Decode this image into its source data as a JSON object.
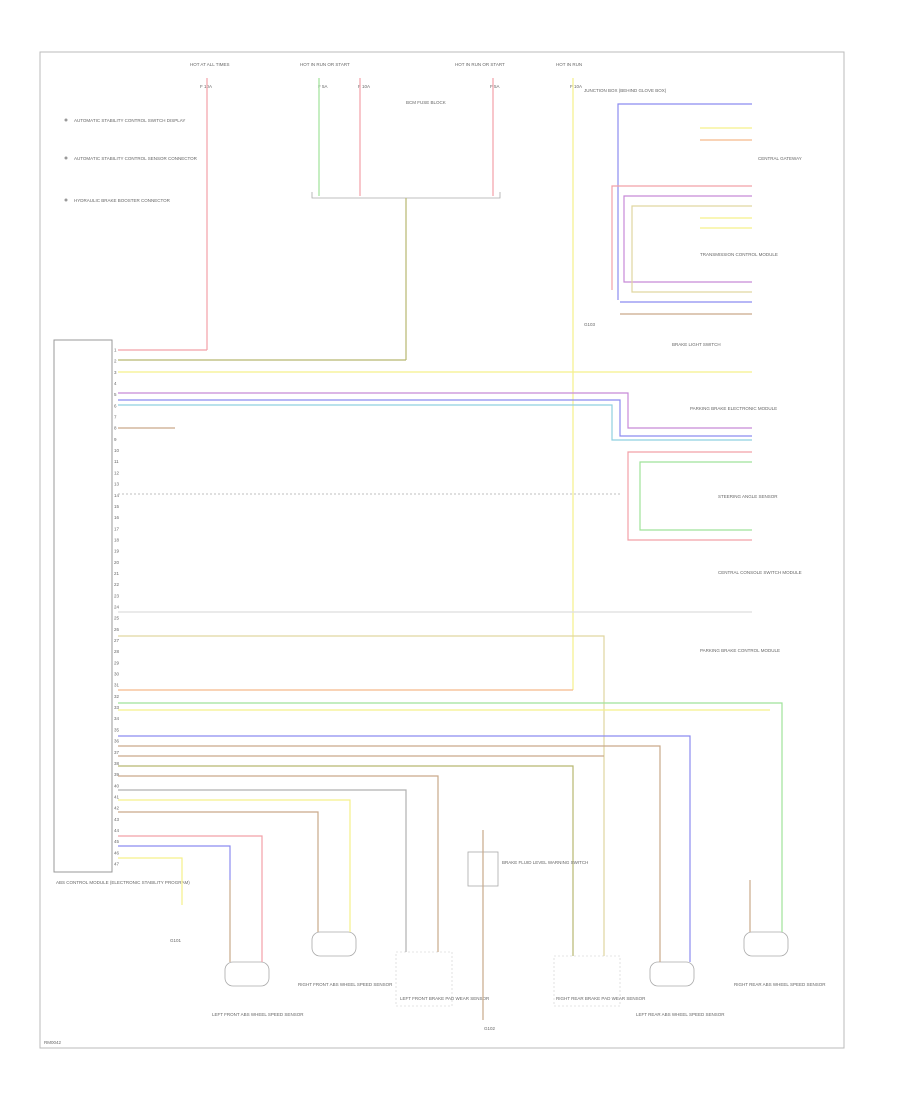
{
  "page": {
    "footer_label": "RM0042"
  },
  "legend": {
    "items": [
      "AUTOMATIC STABILITY CONTROL SWITCH DISPLAY",
      "AUTOMATIC STABILITY CONTROL SENSOR CONNECTOR",
      "HYDRAULIC BRAKE BOOSTER CONNECTOR"
    ]
  },
  "top_labels": {
    "hot_at_all_times_1": "HOT AT ALL TIMES",
    "hot_at_all_times_2": "HOT IN RUN OR START",
    "hot_at_all_times_3": "HOT IN RUN OR START",
    "hot_at_all_times_4": "HOT IN RUN",
    "fuse_1": "F 10A",
    "fuse_2": "F 5A",
    "fuse_3": "F 10A",
    "fuse_4": "F 5A",
    "fuse_5": "F 10A",
    "center_note": "BCM FUSE BLOCK",
    "right_note": "JUNCTION BOX (BEHIND GLOVE BOX)"
  },
  "right_components": [
    "CENTRAL GATEWAY",
    "TRANSMISSION CONTROL MODULE",
    "BRAKE LIGHT SWITCH",
    "PARKING BRAKE ELECTRONIC MODULE",
    "STEERING ANGLE SENSOR",
    "CENTRAL CONSOLE SWITCH MODULE",
    "PARKING BRAKE CONTROL MODULE"
  ],
  "abs_module": {
    "label": "ABS CONTROL MODULE (ELECTRONIC STABILITY PROGRAM)",
    "pins": [
      "1",
      "2",
      "3",
      "4",
      "5",
      "6",
      "7",
      "8",
      "9",
      "10",
      "11",
      "12",
      "13",
      "14",
      "15",
      "16",
      "17",
      "18",
      "19",
      "20",
      "21",
      "22",
      "23",
      "24",
      "25",
      "26",
      "27",
      "28",
      "29",
      "30",
      "31",
      "32",
      "33",
      "34",
      "35",
      "36",
      "37",
      "38",
      "39",
      "40",
      "41",
      "42",
      "43",
      "44",
      "45",
      "46",
      "47"
    ]
  },
  "bottom_components": [
    "LEFT FRONT ABS WHEEL SPEED SENSOR",
    "RIGHT FRONT ABS WHEEL SPEED SENSOR",
    "LEFT FRONT BRAKE PAD WEAR SENSOR",
    "BRAKE FLUID LEVEL WARNING SWITCH",
    "RIGHT REAR BRAKE PAD WEAR SENSOR",
    "LEFT REAR ABS WHEEL SPEED SENSOR",
    "RIGHT REAR ABS WHEEL SPEED SENSOR"
  ],
  "grounds": {
    "g1": "G101",
    "g2": "G102",
    "g3": "G103"
  },
  "colors": {
    "red": "#f2a0a8",
    "yellow": "#f5f08a",
    "green": "#9fe29a",
    "blue": "#8c8cf0",
    "violet": "#c78ad8",
    "teal": "#8fd0e0",
    "orange": "#f5b98a",
    "brown": "#c9a98a",
    "olive": "#b8b870",
    "gray": "#b0b0b0"
  }
}
